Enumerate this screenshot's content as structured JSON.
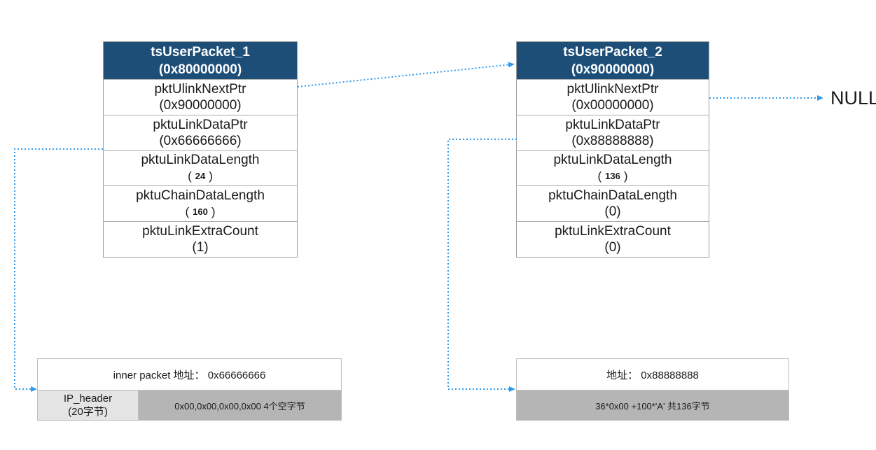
{
  "colors": {
    "header-bg": "#1d4e78",
    "header-text": "#ffffff",
    "arrow-blue": "#2f9bef",
    "border-gray": "#9e9e9e",
    "divider-gray": "#aeaeae",
    "cell-light": "#e4e4e4",
    "cell-dark": "#b5b5b5",
    "text-dark": "#1a1a1a"
  },
  "null_label": "NULL",
  "packet1": {
    "title": "tsUserPacket_1",
    "address": "(0x80000000)",
    "rows": [
      {
        "name": "pktUlinkNextPtr",
        "value": "(0x90000000)"
      },
      {
        "name": "pktuLinkDataPtr",
        "value": "(0x66666666)"
      },
      {
        "name": "pktuLinkDataLength",
        "value_open": "(",
        "value_num": "24",
        "value_close": ")"
      },
      {
        "name": "pktuChainDataLength",
        "value_open": "(",
        "value_num": "160",
        "value_close": ")"
      },
      {
        "name": "pktuLinkExtraCount",
        "value": "(1)"
      }
    ]
  },
  "packet2": {
    "title": "tsUserPacket_2",
    "address": "(0x90000000)",
    "rows": [
      {
        "name": "pktUlinkNextPtr",
        "value": "(0x00000000)"
      },
      {
        "name": "pktuLinkDataPtr",
        "value": "(0x88888888)"
      },
      {
        "name": "pktuLinkDataLength",
        "value_open": "(",
        "value_num": "136",
        "value_close": ")"
      },
      {
        "name": "pktuChainDataLength",
        "value": "(0)"
      },
      {
        "name": "pktuLinkExtraCount",
        "value": "(0)"
      }
    ]
  },
  "buffer1": {
    "title": "inner packet 地址： 0x66666666",
    "header_cell_line1": "IP_header",
    "header_cell_line2": "(20字节)",
    "data_cell": "0x00,0x00,0x00,0x00 4个空字节"
  },
  "buffer2": {
    "title": "地址： 0x88888888",
    "data_cell": "36*0x00 +100*'A' 共136字节"
  }
}
